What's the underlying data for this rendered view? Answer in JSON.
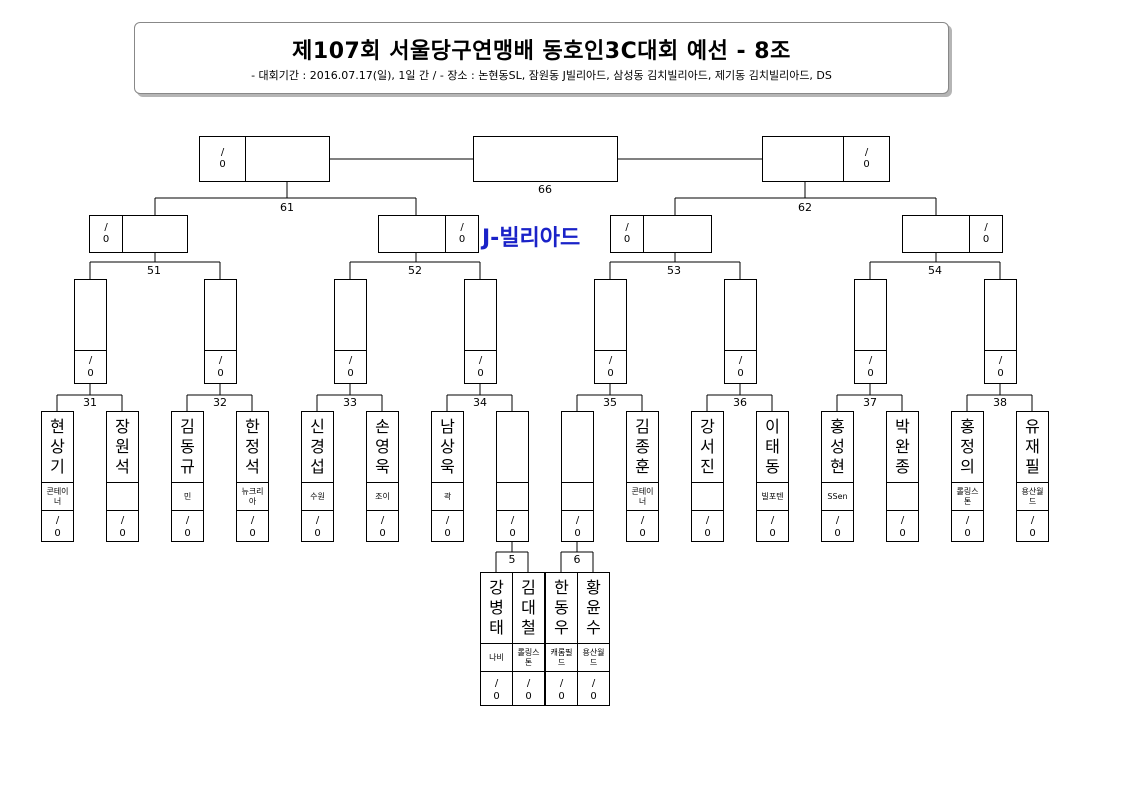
{
  "header": {
    "title": "제107회 서울당구연맹배 동호인3C대회 예선 - 8조",
    "info": "- 대회기간 : 2016.07.17(일), 1일 간 / - 장소 : 논현동SL, 잠원동 J빌리아드, 삼성동 김치빌리아드, 제기동 김치빌리아드, DS"
  },
  "venue_label": "J-빌리아드",
  "score_text": "/\n0",
  "match_numbers": {
    "m66": "66",
    "m61": "61",
    "m62": "62",
    "m51": "51",
    "m52": "52",
    "m53": "53",
    "m54": "54",
    "m31": "31",
    "m32": "32",
    "m33": "33",
    "m34": "34",
    "m35": "35",
    "m36": "36",
    "m37": "37",
    "m38": "38",
    "m5": "5",
    "m6": "6"
  },
  "players": [
    {
      "name": "현상기",
      "club": "콘테이너",
      "score": "/\n0"
    },
    {
      "name": "장원석",
      "club": "",
      "score": "/\n0"
    },
    {
      "name": "김동규",
      "club": "민",
      "score": "/\n0"
    },
    {
      "name": "한정석",
      "club": "뉴크리아",
      "score": "/\n0"
    },
    {
      "name": "신경섭",
      "club": "수원",
      "score": "/\n0"
    },
    {
      "name": "손영욱",
      "club": "조이",
      "score": "/\n0"
    },
    {
      "name": "남상욱",
      "club": "곽",
      "score": "/\n0"
    },
    {
      "name": "",
      "club": "",
      "score": "/\n0"
    },
    {
      "name": "",
      "club": "",
      "score": "/\n0"
    },
    {
      "name": "김종훈",
      "club": "콘테이너",
      "score": "/\n0"
    },
    {
      "name": "강서진",
      "club": "",
      "score": "/\n0"
    },
    {
      "name": "이태동",
      "club": "빌포텐",
      "score": "/\n0"
    },
    {
      "name": "홍성현",
      "club": "SSen",
      "score": "/\n0"
    },
    {
      "name": "박완종",
      "club": "",
      "score": "/\n0"
    },
    {
      "name": "홍정의",
      "club": "롤링스톤",
      "score": "/\n0"
    },
    {
      "name": "유재필",
      "club": "용산월드",
      "score": "/\n0"
    }
  ],
  "prelim_players": [
    {
      "name": "강병태",
      "club": "나비",
      "score": "/\n0"
    },
    {
      "name": "김대철",
      "club": "롤링스톤",
      "score": "/\n0"
    },
    {
      "name": "한동우",
      "club": "캐롬필드",
      "score": "/\n0"
    },
    {
      "name": "황윤수",
      "club": "용산월드",
      "score": "/\n0"
    }
  ]
}
